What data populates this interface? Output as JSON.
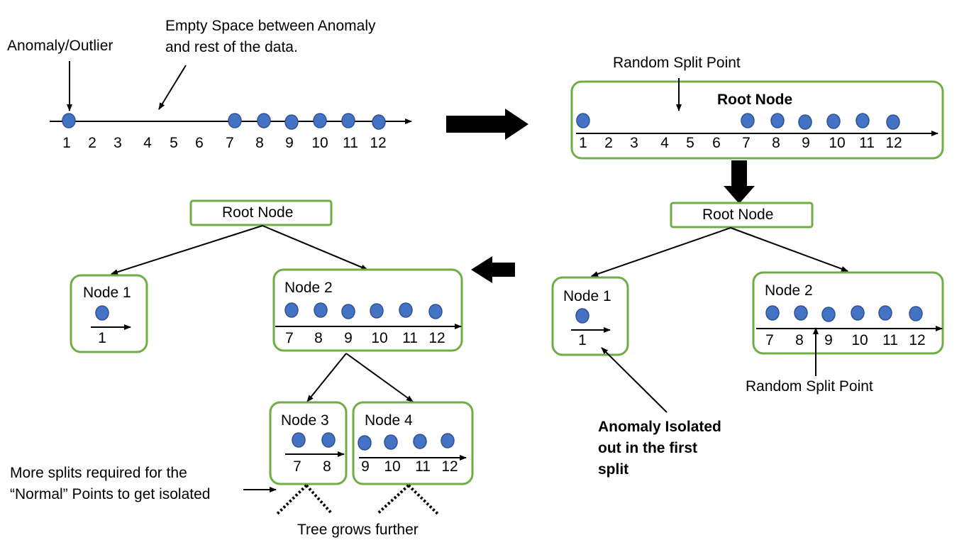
{
  "top_left": {
    "anomaly_label": "Anomaly/Outlier",
    "empty_space_label_line1": "Empty Space between Anomaly",
    "empty_space_label_line2": "and rest of the data.",
    "axis_numbers": [
      "1",
      "2",
      "3",
      "4",
      "5",
      "6",
      "7",
      "8",
      "9",
      "10",
      "11",
      "12"
    ]
  },
  "top_right": {
    "split_label": "Random Split Point",
    "root_title": "Root Node",
    "axis_numbers": [
      "1",
      "2",
      "3",
      "4",
      "5",
      "6",
      "7",
      "8",
      "9",
      "10",
      "11",
      "12"
    ]
  },
  "right_tree": {
    "root": "Root Node",
    "node1_title": "Node 1",
    "node1_numbers": [
      "1"
    ],
    "node2_title": "Node 2",
    "node2_numbers": [
      "7",
      "8",
      "9",
      "10",
      "11",
      "12"
    ],
    "split_label": "Random Split Point",
    "anomaly_note_line1": "Anomaly Isolated",
    "anomaly_note_line2": "out in the first",
    "anomaly_note_line3": "split"
  },
  "left_tree": {
    "root": "Root Node",
    "node1_title": "Node 1",
    "node1_numbers": [
      "1"
    ],
    "node2_title": "Node 2",
    "node2_numbers": [
      "7",
      "8",
      "9",
      "10",
      "11",
      "12"
    ],
    "node3_title": "Node 3",
    "node3_numbers": [
      "7",
      "8"
    ],
    "node4_title": "Node 4",
    "node4_numbers": [
      "9",
      "10",
      "11",
      "12"
    ],
    "more_splits_line1": "More splits required for the",
    "more_splits_line2": "“Normal” Points to get isolated",
    "grows_label": "Tree grows further"
  },
  "colors": {
    "box_border": "#70ad47",
    "point_fill": "#4472c4",
    "point_stroke": "#2f528f",
    "line": "#000000"
  }
}
